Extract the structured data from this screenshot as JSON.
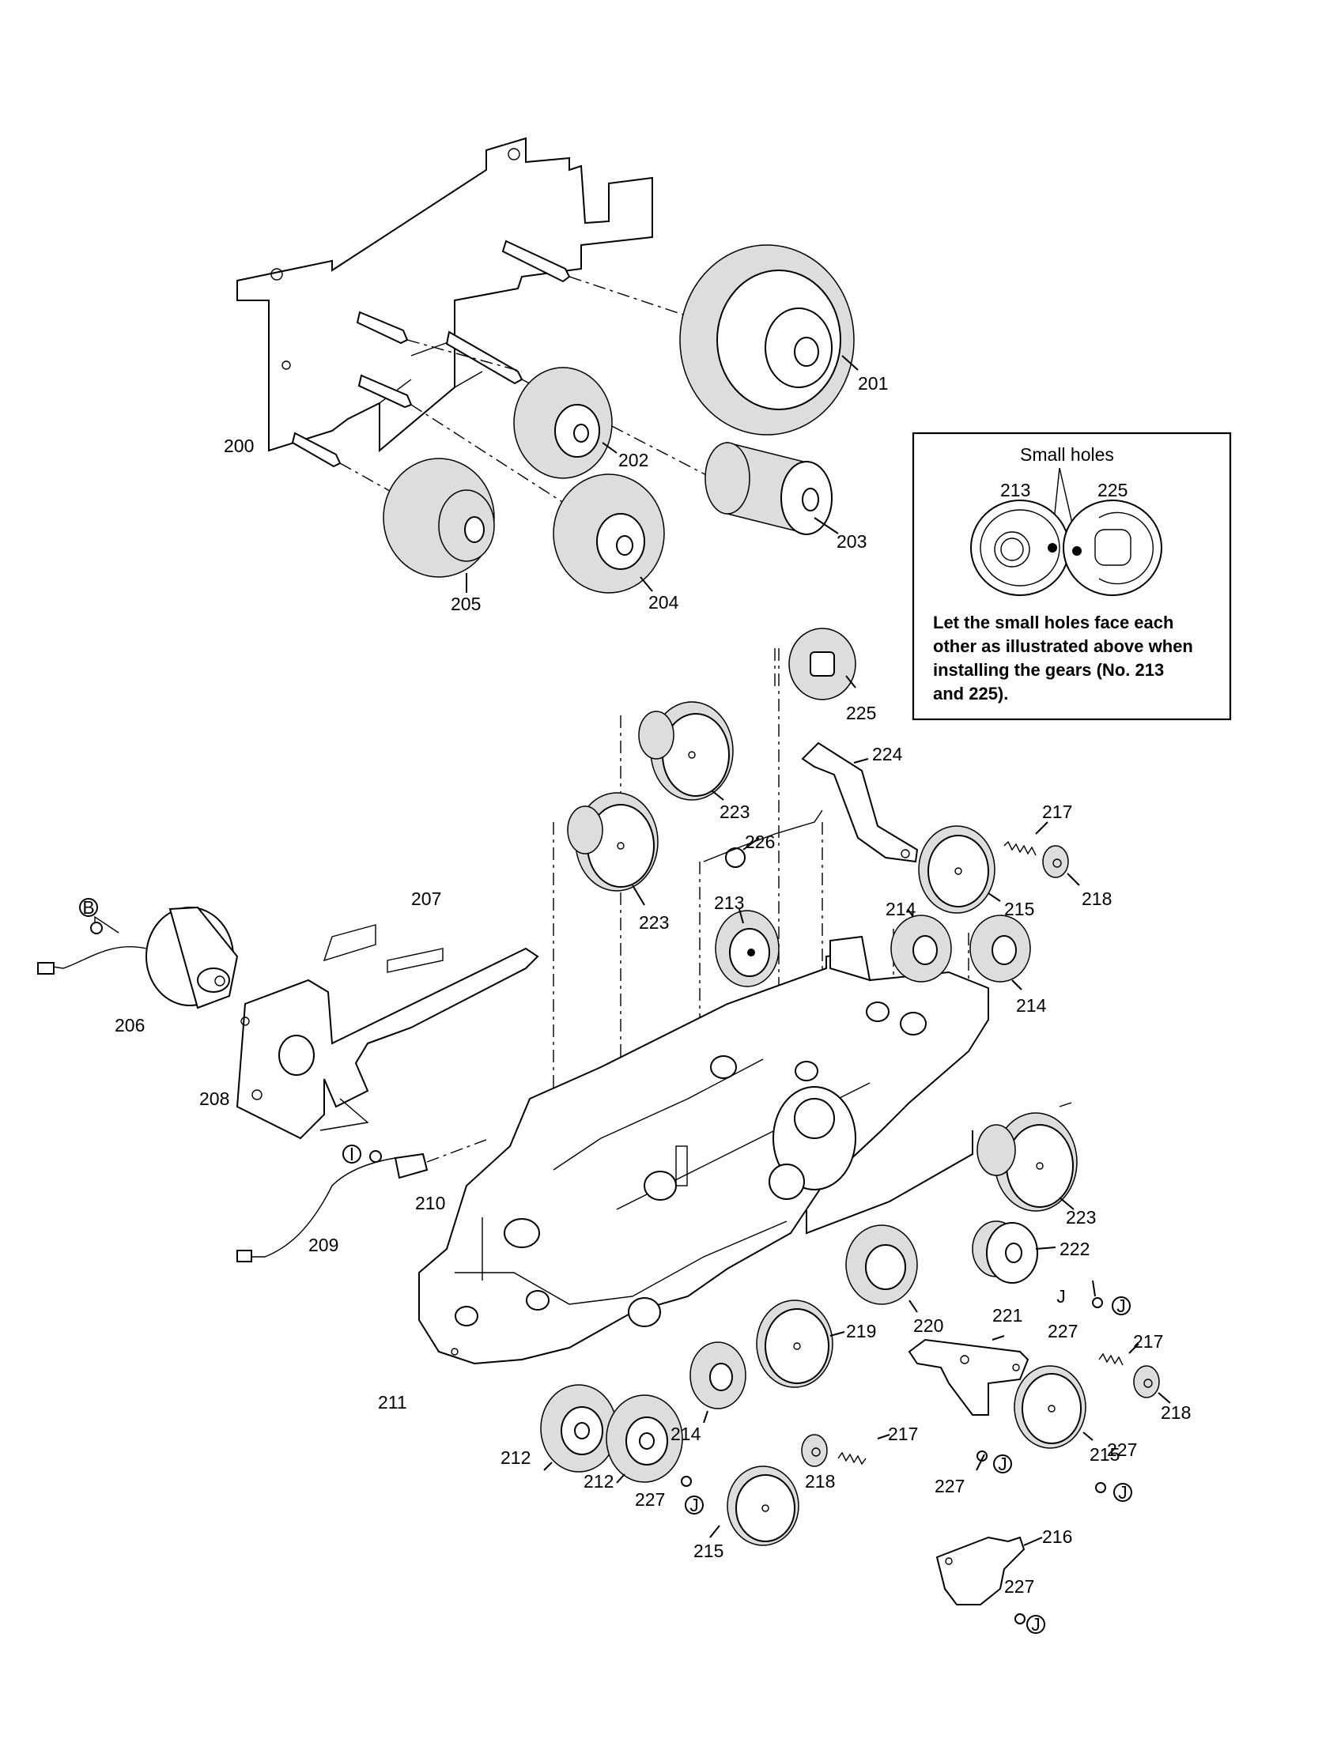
{
  "labels": [
    {
      "id": "200",
      "text": "200"
    },
    {
      "id": "201",
      "text": "201"
    },
    {
      "id": "202",
      "text": "202"
    },
    {
      "id": "203",
      "text": "203"
    },
    {
      "id": "204",
      "text": "204"
    },
    {
      "id": "205",
      "text": "205"
    },
    {
      "id": "206",
      "text": "206"
    },
    {
      "id": "207",
      "text": "207"
    },
    {
      "id": "208",
      "text": "208"
    },
    {
      "id": "209",
      "text": "209"
    },
    {
      "id": "210",
      "text": "210"
    },
    {
      "id": "211",
      "text": "211"
    },
    {
      "id": "212a",
      "text": "212"
    },
    {
      "id": "212b",
      "text": "212"
    },
    {
      "id": "213",
      "text": "213"
    },
    {
      "id": "214a",
      "text": "214"
    },
    {
      "id": "214b",
      "text": "214"
    },
    {
      "id": "214c",
      "text": "214"
    },
    {
      "id": "215a",
      "text": "215"
    },
    {
      "id": "215b",
      "text": "215"
    },
    {
      "id": "215c",
      "text": "215"
    },
    {
      "id": "216",
      "text": "216"
    },
    {
      "id": "217a",
      "text": "217"
    },
    {
      "id": "217b",
      "text": "217"
    },
    {
      "id": "217c",
      "text": "217"
    },
    {
      "id": "218a",
      "text": "218"
    },
    {
      "id": "218b",
      "text": "218"
    },
    {
      "id": "218c",
      "text": "218"
    },
    {
      "id": "219",
      "text": "219"
    },
    {
      "id": "220",
      "text": "220"
    },
    {
      "id": "221",
      "text": "221"
    },
    {
      "id": "222",
      "text": "222"
    },
    {
      "id": "223a",
      "text": "223"
    },
    {
      "id": "223b",
      "text": "223"
    },
    {
      "id": "223c",
      "text": "223"
    },
    {
      "id": "224",
      "text": "224"
    },
    {
      "id": "225",
      "text": "225"
    },
    {
      "id": "226",
      "text": "226"
    },
    {
      "id": "227a",
      "text": "227"
    },
    {
      "id": "227b",
      "text": "227"
    },
    {
      "id": "227c",
      "text": "227"
    },
    {
      "id": "227d",
      "text": "227"
    },
    {
      "id": "227e",
      "text": "227"
    }
  ],
  "screw_markers": [
    {
      "id": "B",
      "text": "B"
    },
    {
      "id": "I",
      "text": "I"
    },
    {
      "id": "J1",
      "text": "J"
    },
    {
      "id": "J2",
      "text": "J"
    },
    {
      "id": "J3",
      "text": "J"
    },
    {
      "id": "J4",
      "text": "J"
    },
    {
      "id": "J5",
      "text": "J"
    },
    {
      "id": "J6",
      "text": "J"
    }
  ],
  "note": {
    "title": "Small holes",
    "left_gear": "213",
    "right_gear": "225",
    "lines": [
      "Let the small holes face each",
      "other as illustrated above when",
      "installing the gears (No. 213",
      "and 225)."
    ]
  }
}
